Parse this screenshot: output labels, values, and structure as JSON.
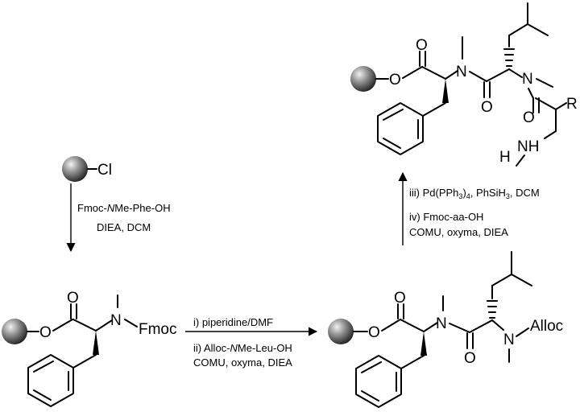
{
  "colors": {
    "ink": "#000000",
    "bead_light": "#f2f2f2",
    "bead_dark": "#1a1a1a"
  },
  "resin": {
    "chloride_label": "Cl"
  },
  "step1": {
    "line1_a": "Fmoc-",
    "line1_b": "N",
    "line1_c": "Me-Phe-OH",
    "line2": "DIEA, DCM"
  },
  "step2": {
    "line1": "i) piperidine/DMF",
    "line2_a": "ii) Alloc-",
    "line2_b": "N",
    "line2_c": "Me-Leu-OH",
    "line3": "COMU, oxyma, DIEA"
  },
  "step3": {
    "line1_a": "iii) Pd(PPh",
    "line1_sub": "3",
    "line1_b": ")",
    "line1_sub2": "4",
    "line1_c": ", PhSiH",
    "line1_sub3": "3",
    "line1_d": ", DCM",
    "line2": "iv) Fmoc-aa-OH",
    "line3": "COMU, oxyma, DIEA"
  },
  "atoms": {
    "O": "O",
    "N": "N",
    "Fmoc": "Fmoc",
    "Alloc": "Alloc",
    "R": "R",
    "H": "H",
    "NH": "NH"
  }
}
